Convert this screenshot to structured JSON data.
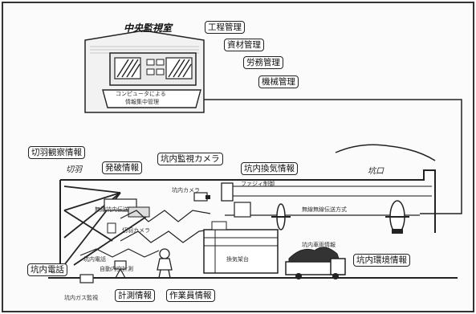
{
  "control_room": {
    "title": "中央監視室",
    "caption_line1": "コンピュータによる",
    "caption_line2": "情報集中管理"
  },
  "management": [
    "工程管理",
    "資材管理",
    "労務管理",
    "機械管理"
  ],
  "info_labels": {
    "face_observation": "切羽観察情報",
    "face": "切羽",
    "blasting": "発破情報",
    "tunnel_camera": "坑内監視カメラ",
    "ventilation": "坑内換気情報",
    "portal": "坑口",
    "tunnel_phone": "坑内電話",
    "measurement": "計測情報",
    "worker": "作業員情報",
    "environment": "坑内環境情報",
    "vehicle": "坑内車両情報"
  },
  "small_labels": {
    "camera_small": "坑内カメラ",
    "fan_text": "ファジィ制御",
    "wireless": "無線坑内伝送",
    "face_camera": "切羽カメラ",
    "phone_small": "坑内電話",
    "auto_measure": "自動内空計測",
    "transmission": "無線無線伝送方式",
    "platform": "換気架台",
    "monitor": "坑内ガス監視"
  }
}
